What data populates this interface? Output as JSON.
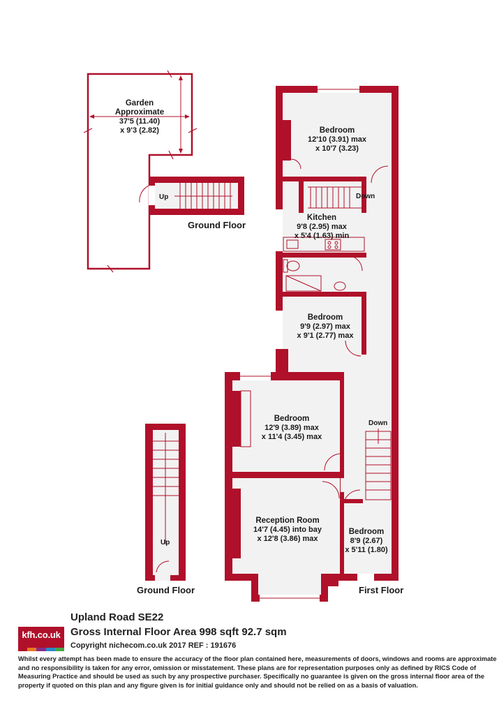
{
  "colors": {
    "wall": "#b0102a",
    "floor": "#f2f2f2",
    "text": "#1a1a1a"
  },
  "garden": {
    "name": "Garden",
    "note": "Approximate",
    "dim1": "37'5 (11.40)",
    "dim2": "x 9'3 (2.82)"
  },
  "ground_floor_top": {
    "label": "Ground Floor",
    "stairs": "Up"
  },
  "ground_floor_bottom": {
    "label": "Ground Floor",
    "stairs": "Up"
  },
  "first_floor": {
    "label": "First Floor",
    "rooms": [
      {
        "name": "Bedroom",
        "dim1": "12'10 (3.91) max",
        "dim2": "x 10'7 (3.23)"
      },
      {
        "name": "Kitchen",
        "dim1": "9'8 (2.95) max",
        "dim2": "x 5'4 (1.63) min"
      },
      {
        "name": "Bedroom",
        "dim1": "9'9 (2.97) max",
        "dim2": "x 9'1 (2.77) max"
      },
      {
        "name": "Bedroom",
        "dim1": "12'9 (3.89) max",
        "dim2": "x 11'4 (3.45) max"
      },
      {
        "name": "Reception Room",
        "dim1": "14'7 (4.45) into bay",
        "dim2": "x 12'8 (3.86) max"
      },
      {
        "name": "Bedroom",
        "dim1": "8'9 (2.67)",
        "dim2": "x 5'11 (1.80)"
      }
    ],
    "stairs_upper": "Down",
    "stairs_lower": "Down"
  },
  "footer": {
    "logo": "kfh.co.uk",
    "logo_colors": [
      "#b0102a",
      "#e87a1d",
      "#8a2a8a",
      "#2a8acb",
      "#45a845"
    ],
    "address": "Upland Road  SE22",
    "area": "Gross Internal Floor Area 998 sqft 92.7 sqm",
    "copyright": "Copyright nichecom.co.uk 2017 REF : 191676",
    "disclaimer": "Whilst every attempt has been made to ensure the accuracy of the floor plan contained here, measurements of doors, windows and rooms are approximate and no responsibility is taken for any error, omission or misstatement.  These plans are for representation purposes only as defined by RICS Code of Measuring Practice and should be used as such by any prospective purchaser.  Specifically no guarantee is given on the gross internal floor area of the property if quoted on this plan and any figure given is for initial guidance only and should not be relied on as a basis of valuation."
  }
}
